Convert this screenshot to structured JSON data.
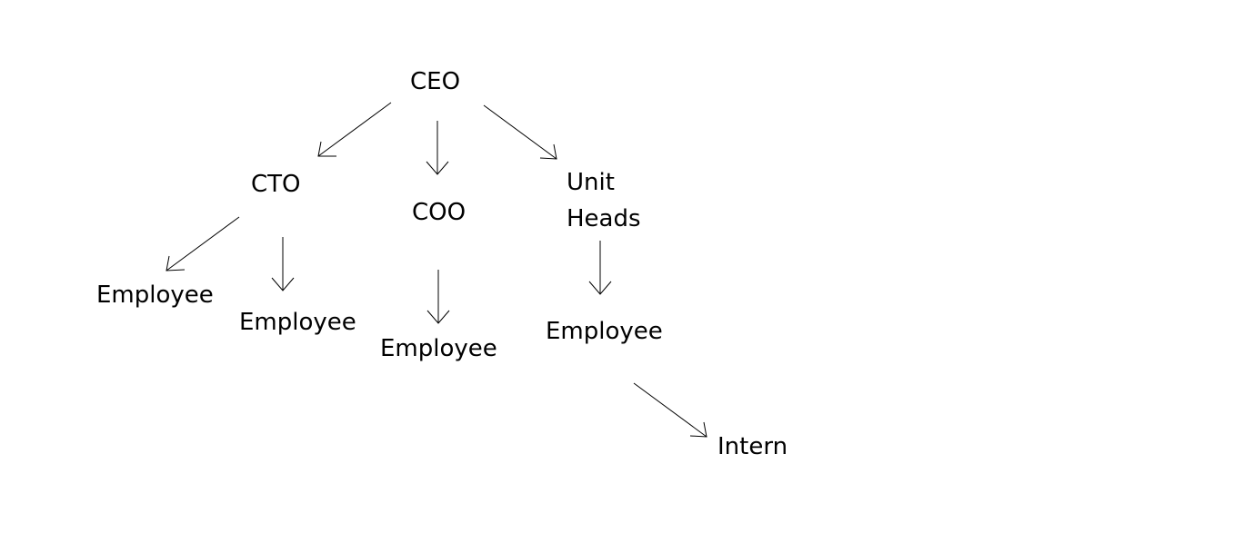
{
  "diagram": {
    "nodes": {
      "ceo": "CEO",
      "cto": "CTO",
      "coo": "COO",
      "unit_heads_line1": "Unit",
      "unit_heads_line2": "Heads",
      "cto_employee_1": "Employee",
      "cto_employee_2": "Employee",
      "coo_employee": "Employee",
      "unit_heads_employee": "Employee",
      "intern": "Intern"
    },
    "edges": [
      {
        "from": "CEO",
        "to": "CTO"
      },
      {
        "from": "CEO",
        "to": "COO"
      },
      {
        "from": "CEO",
        "to": "Unit Heads"
      },
      {
        "from": "CTO",
        "to": "Employee"
      },
      {
        "from": "CTO",
        "to": "Employee"
      },
      {
        "from": "COO",
        "to": "Employee"
      },
      {
        "from": "Unit Heads",
        "to": "Employee"
      },
      {
        "from": "Employee",
        "to": "Intern"
      }
    ],
    "colors": {
      "background": "#ffffff",
      "ink": "#000000"
    }
  }
}
